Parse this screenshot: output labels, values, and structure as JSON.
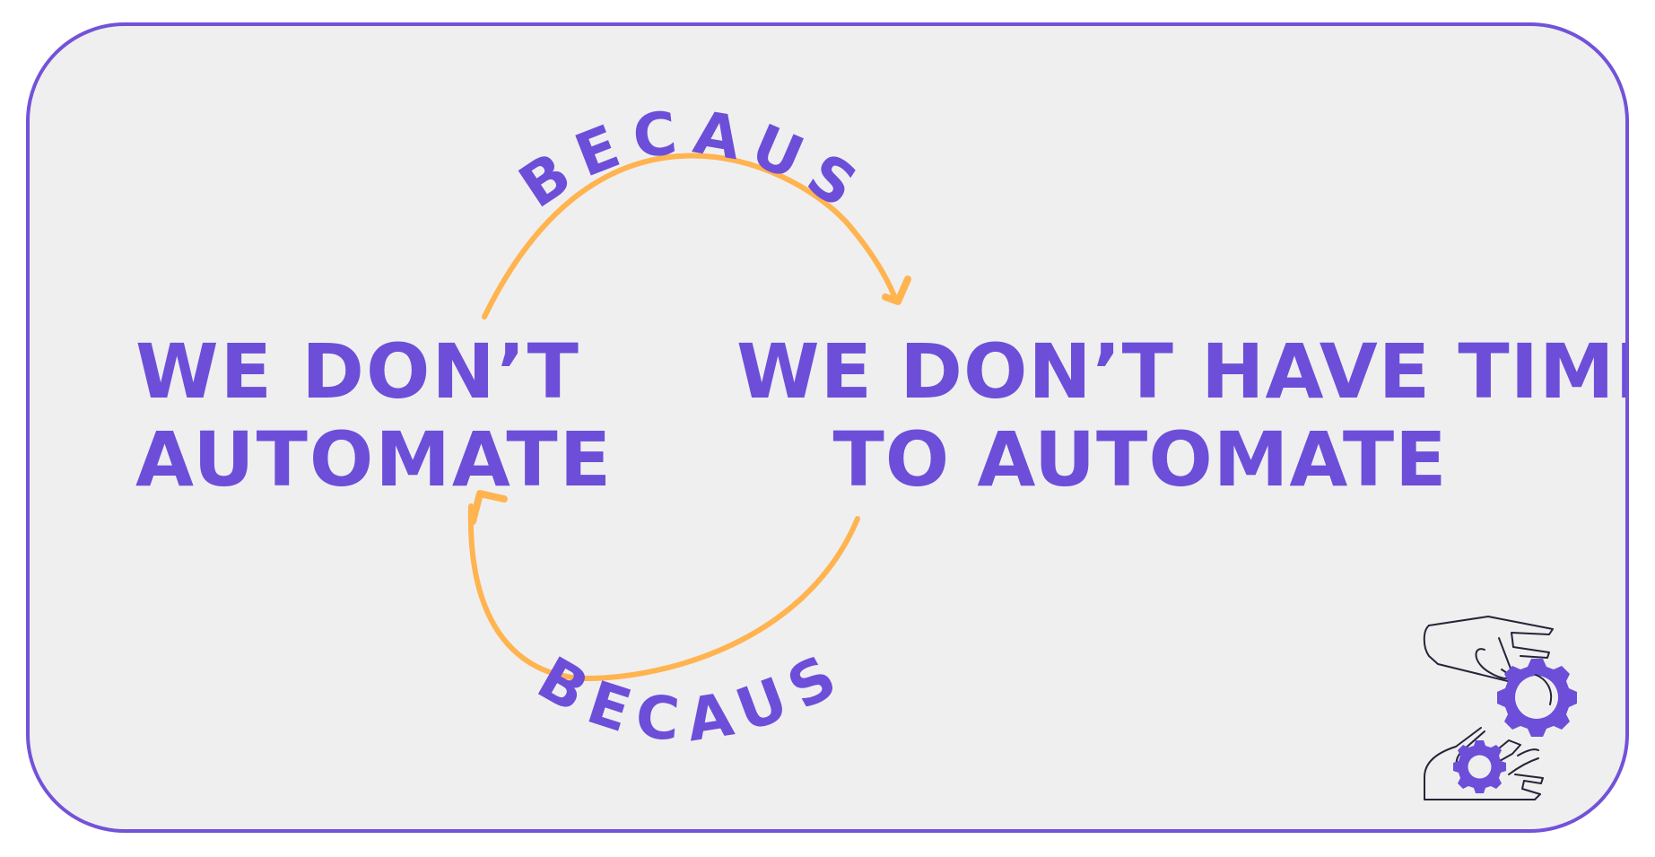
{
  "diagram": {
    "left_statement": {
      "line1": "WE DON’T",
      "line2": "AUTOMATE"
    },
    "right_statement": {
      "line1": "WE DON’T HAVE TIME",
      "line2": "TO AUTOMATE"
    },
    "top_connector_label": "BECAUSE",
    "bottom_connector_label": "BECAUSE",
    "arrow_color": "#ffb44f",
    "text_color": "#6d4ed8",
    "border_color": "#7352d9",
    "background_color": "#efeff0",
    "icons": [
      "top-hand-icon",
      "bottom-hand-icon",
      "gear-icon"
    ]
  }
}
